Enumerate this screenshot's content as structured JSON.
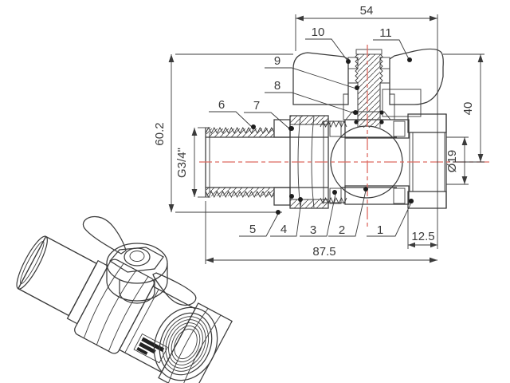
{
  "drawing": {
    "dimensions": {
      "handle_width": "54",
      "total_height": "60.2",
      "handle_to_axis": "40",
      "inlet_thread": "G3/4\"",
      "bore_diameter": "Ø19",
      "nut_depth": "12.5",
      "total_length": "87.5"
    },
    "callouts": {
      "c1": "1",
      "c2": "2",
      "c3": "3",
      "c4": "4",
      "c5": "5",
      "c6": "6",
      "c7": "7",
      "c8": "8",
      "c9": "9",
      "c10": "10",
      "c11": "11"
    },
    "colors": {
      "line": "#3b3b3b",
      "centerline": "#dd6a60",
      "background": "#ffffff"
    }
  }
}
